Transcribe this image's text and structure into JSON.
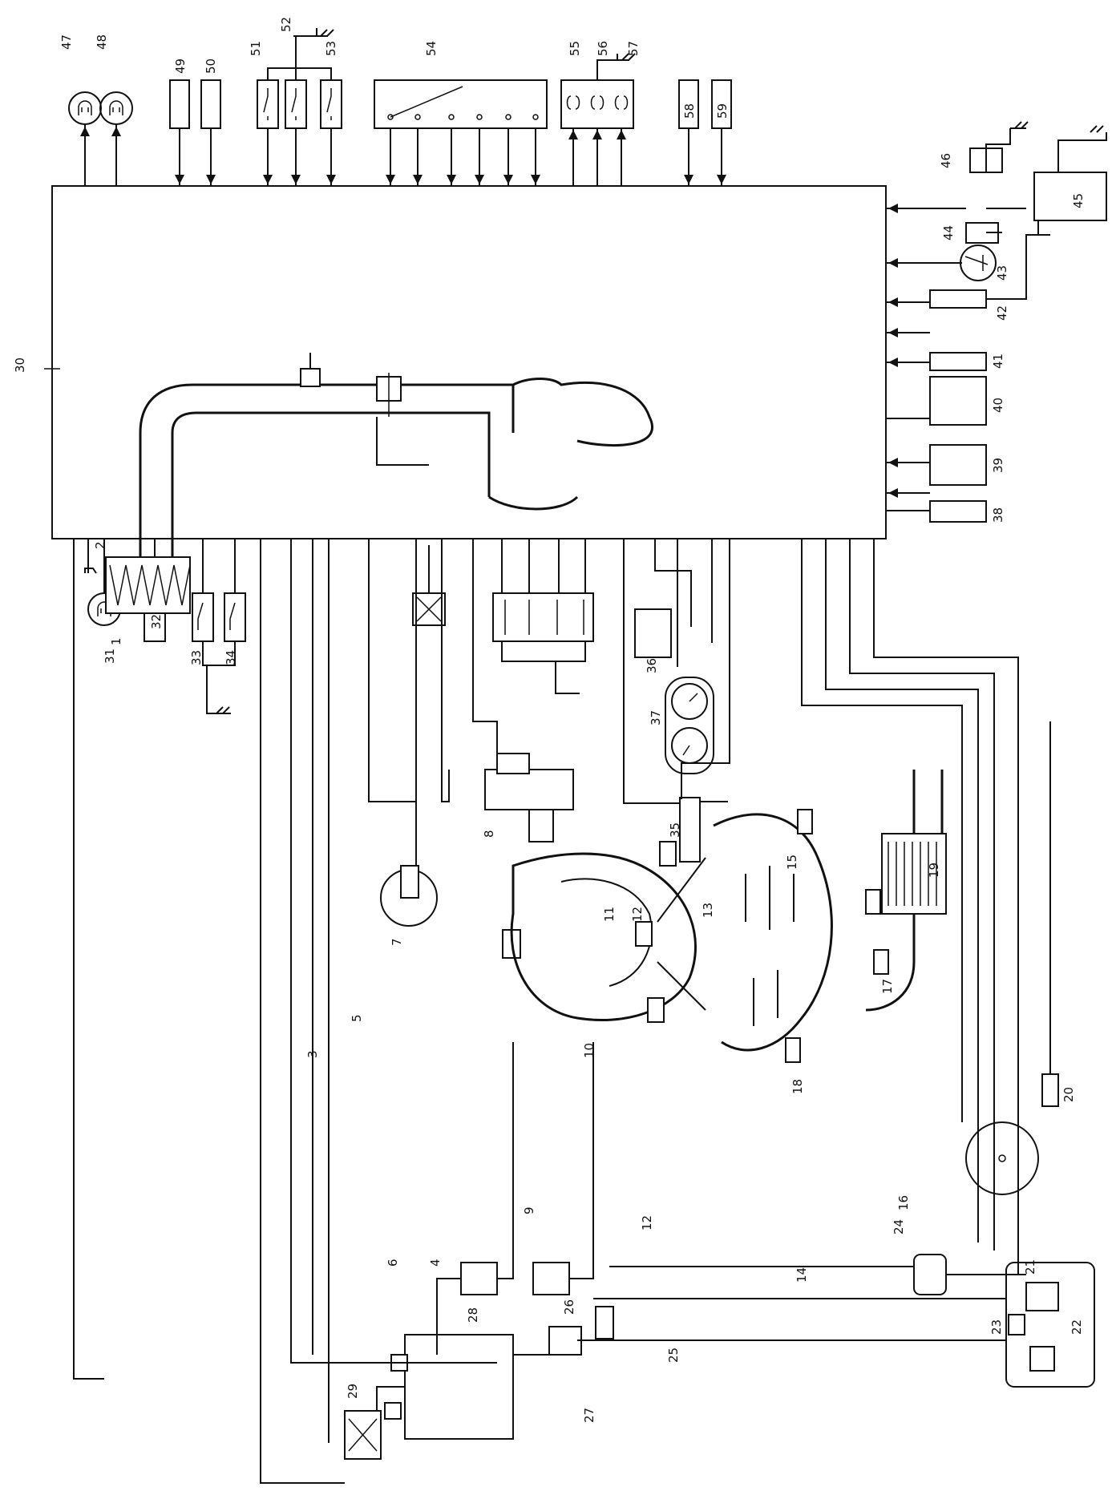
{
  "diagram": {
    "labels": {
      "n1": "1",
      "n2": "2",
      "n3": "3",
      "n4": "4",
      "n5": "5",
      "n6": "6",
      "n7": "7",
      "n8": "8",
      "n9": "9",
      "n10": "10",
      "n11": "11",
      "n12a": "12",
      "n12b": "12",
      "n13": "13",
      "n14": "14",
      "n15": "15",
      "n16": "16",
      "n17": "17",
      "n18": "18",
      "n19": "19",
      "n20": "20",
      "n21": "21",
      "n22": "22",
      "n23": "23",
      "n24": "24",
      "n25": "25",
      "n26": "26",
      "n27": "27",
      "n28": "28",
      "n29": "29",
      "n30": "30",
      "n31": "31",
      "n32": "32",
      "n33": "33",
      "n34": "34",
      "n35": "35",
      "n36": "36",
      "n37": "37",
      "n38": "38",
      "n39": "39",
      "n40": "40",
      "n41": "41",
      "n42": "42",
      "n43": "43",
      "n44": "44",
      "n45": "45",
      "n46": "46",
      "n47": "47",
      "n48": "48",
      "n49": "49",
      "n50": "50",
      "n51": "51",
      "n52": "52",
      "n53": "53",
      "n54": "54",
      "n55": "55",
      "n56": "56",
      "n57": "57",
      "n58": "58",
      "n59": "59"
    }
  }
}
